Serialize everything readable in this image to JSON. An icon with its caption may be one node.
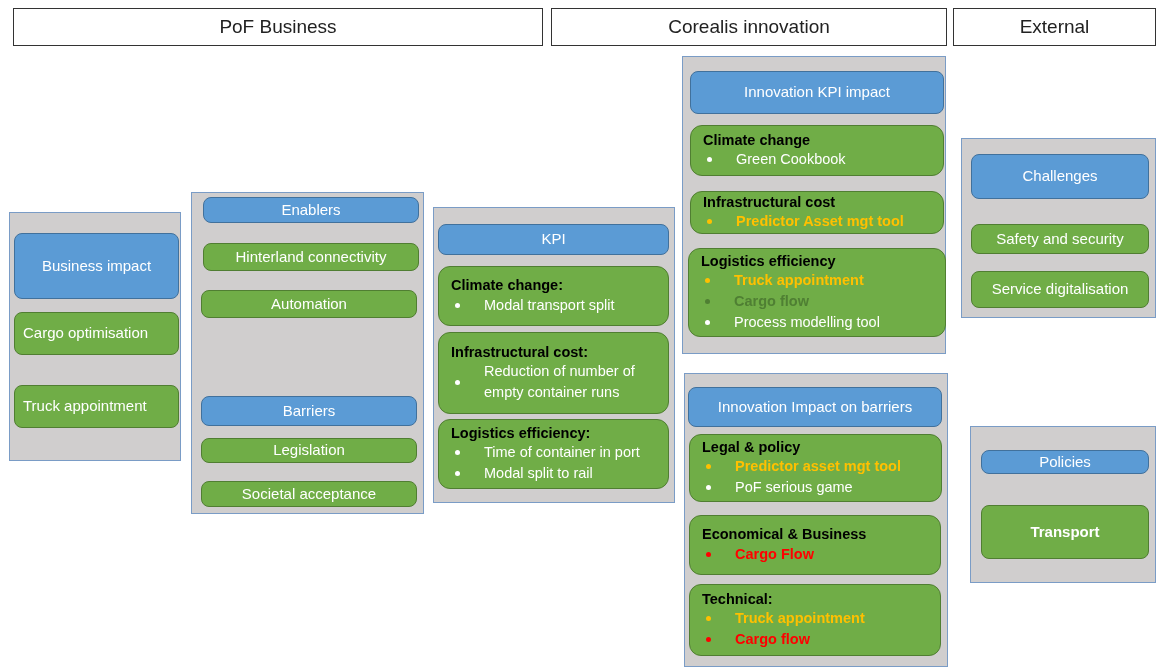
{
  "diagram": {
    "nodes": [
      {
        "text": [
          "PoF Business"
        ]
      },
      {
        "text": [
          "Corealis innovation"
        ]
      },
      {
        "text": [
          "External"
        ]
      },
      {
        "text": [],
        "shape": "box"
      },
      {
        "text": [
          "Business impact"
        ],
        "in": 3
      },
      {
        "text": [
          "Cargo optimisation"
        ],
        "in": 3
      },
      {
        "text": [
          "Truck appointment"
        ],
        "in": 3
      },
      {
        "text": [],
        "shape": "box"
      },
      {
        "text": [
          "Enablers"
        ],
        "in": 7
      },
      {
        "text": [
          "Hinterland connectivity"
        ],
        "in": 7
      },
      {
        "text": [
          "Automation"
        ],
        "in": 7
      },
      {
        "text": [
          "Barriers"
        ],
        "in": 7
      },
      {
        "text": [
          "Legislation"
        ],
        "in": 7
      },
      {
        "text": [
          "Societal acceptance"
        ],
        "in": 7
      },
      {
        "text": [],
        "shape": "box"
      },
      {
        "text": [
          "KPI"
        ],
        "in": 14
      },
      {
        "text": [
          "Climate change:",
          "Modal transport split"
        ],
        "in": 14
      },
      {
        "text": [
          "Infrastructural cost:",
          "Reduction of number of empty container runs"
        ],
        "in": 14
      },
      {
        "text": [
          "Logistics efficiency:",
          "Time of container in port",
          "Modal split to rail"
        ],
        "in": 14
      },
      {
        "text": [],
        "shape": "box"
      },
      {
        "text": [
          "Innovation KPI impact"
        ],
        "in": 19
      },
      {
        "text": [
          "Climate change",
          "Green Cookbook"
        ],
        "in": 19
      },
      {
        "text": [
          "Infrastructural cost",
          "Predictor Asset mgt tool"
        ],
        "in": 19
      },
      {
        "text": [
          "Logistics efficiency",
          "Truck appointment",
          "Cargo flow",
          "Process modelling tool"
        ],
        "in": 19
      },
      {
        "text": [],
        "shape": "box"
      },
      {
        "text": [
          "Innovation Impact on barriers"
        ],
        "in": 24
      },
      {
        "text": [
          "Legal & policy",
          "Predictor asset mgt tool",
          "PoF serious game"
        ],
        "in": 24
      },
      {
        "text": [
          "Economical & Business",
          "Cargo Flow"
        ],
        "in": 24
      },
      {
        "text": [
          "Technical:",
          "Truck appointment",
          "Cargo flow"
        ],
        "in": 24
      },
      {
        "text": [],
        "shape": "box"
      },
      {
        "text": [
          "Challenges"
        ],
        "in": 29
      },
      {
        "text": [
          "Safety and security"
        ],
        "in": 29
      },
      {
        "text": [
          "Service digitalisation"
        ],
        "in": 29
      },
      {
        "text": [],
        "shape": "box"
      },
      {
        "text": [
          "Policies"
        ],
        "in": 33
      },
      {
        "text": [
          "Transport"
        ],
        "in": 33
      }
    ]
  }
}
